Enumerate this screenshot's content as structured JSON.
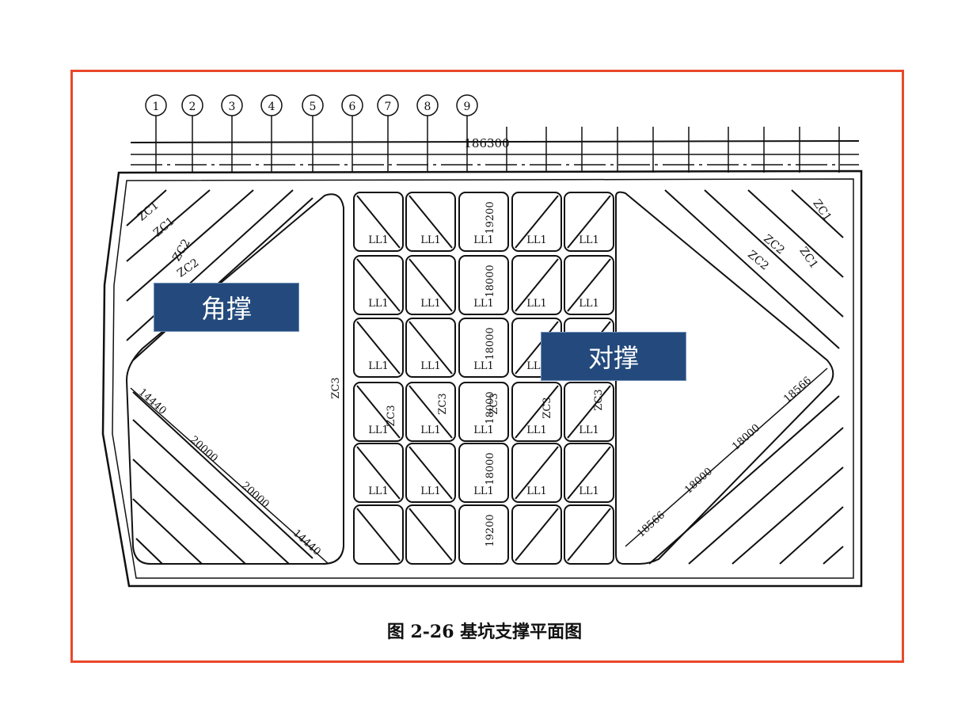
{
  "axes": [
    "1",
    "2",
    "3",
    "4",
    "5",
    "6",
    "7",
    "8",
    "9"
  ],
  "overall_dimension": "186300",
  "left_zone_labels": [
    "ZC1",
    "ZC1",
    "ZC2",
    "ZC2"
  ],
  "right_zone_labels": [
    "ZC1",
    "ZC2",
    "ZC1",
    "ZC2"
  ],
  "left_dimensions": [
    "14440",
    "20000",
    "20000",
    "14440"
  ],
  "right_dimensions": [
    "18566",
    "18000",
    "18000",
    "18566"
  ],
  "center_dimensions": [
    "19200",
    "18000",
    "18000",
    "18000",
    "18000",
    "19200"
  ],
  "grid_rows": [
    [
      "LL1",
      "LL1",
      "LL1",
      "LL1",
      "LL1"
    ],
    [
      "LL1",
      "LL1",
      "LL1",
      "LL1",
      "LL1"
    ],
    [
      "LL1",
      "LL1",
      "LL1",
      "LL1",
      ""
    ],
    [
      "LL1",
      "LL1",
      "LL1",
      "LL1",
      "LL1"
    ],
    [
      "LL1",
      "LL1",
      "LL1",
      "LL1",
      "LL1"
    ],
    [
      "",
      "",
      "",
      "",
      ""
    ]
  ],
  "zc3_labels": [
    "ZC3",
    "ZC3",
    "ZC3",
    "ZC3",
    "ZC3",
    "ZC3"
  ],
  "callouts": {
    "corner": "角撑",
    "opposite": "对撑"
  },
  "caption": "图 2-26  基坑支撑平面图",
  "colors": {
    "frame": "#e8482a",
    "callout_bg": "#244a7d",
    "callout_text": "#ffffff",
    "line": "#111111"
  }
}
